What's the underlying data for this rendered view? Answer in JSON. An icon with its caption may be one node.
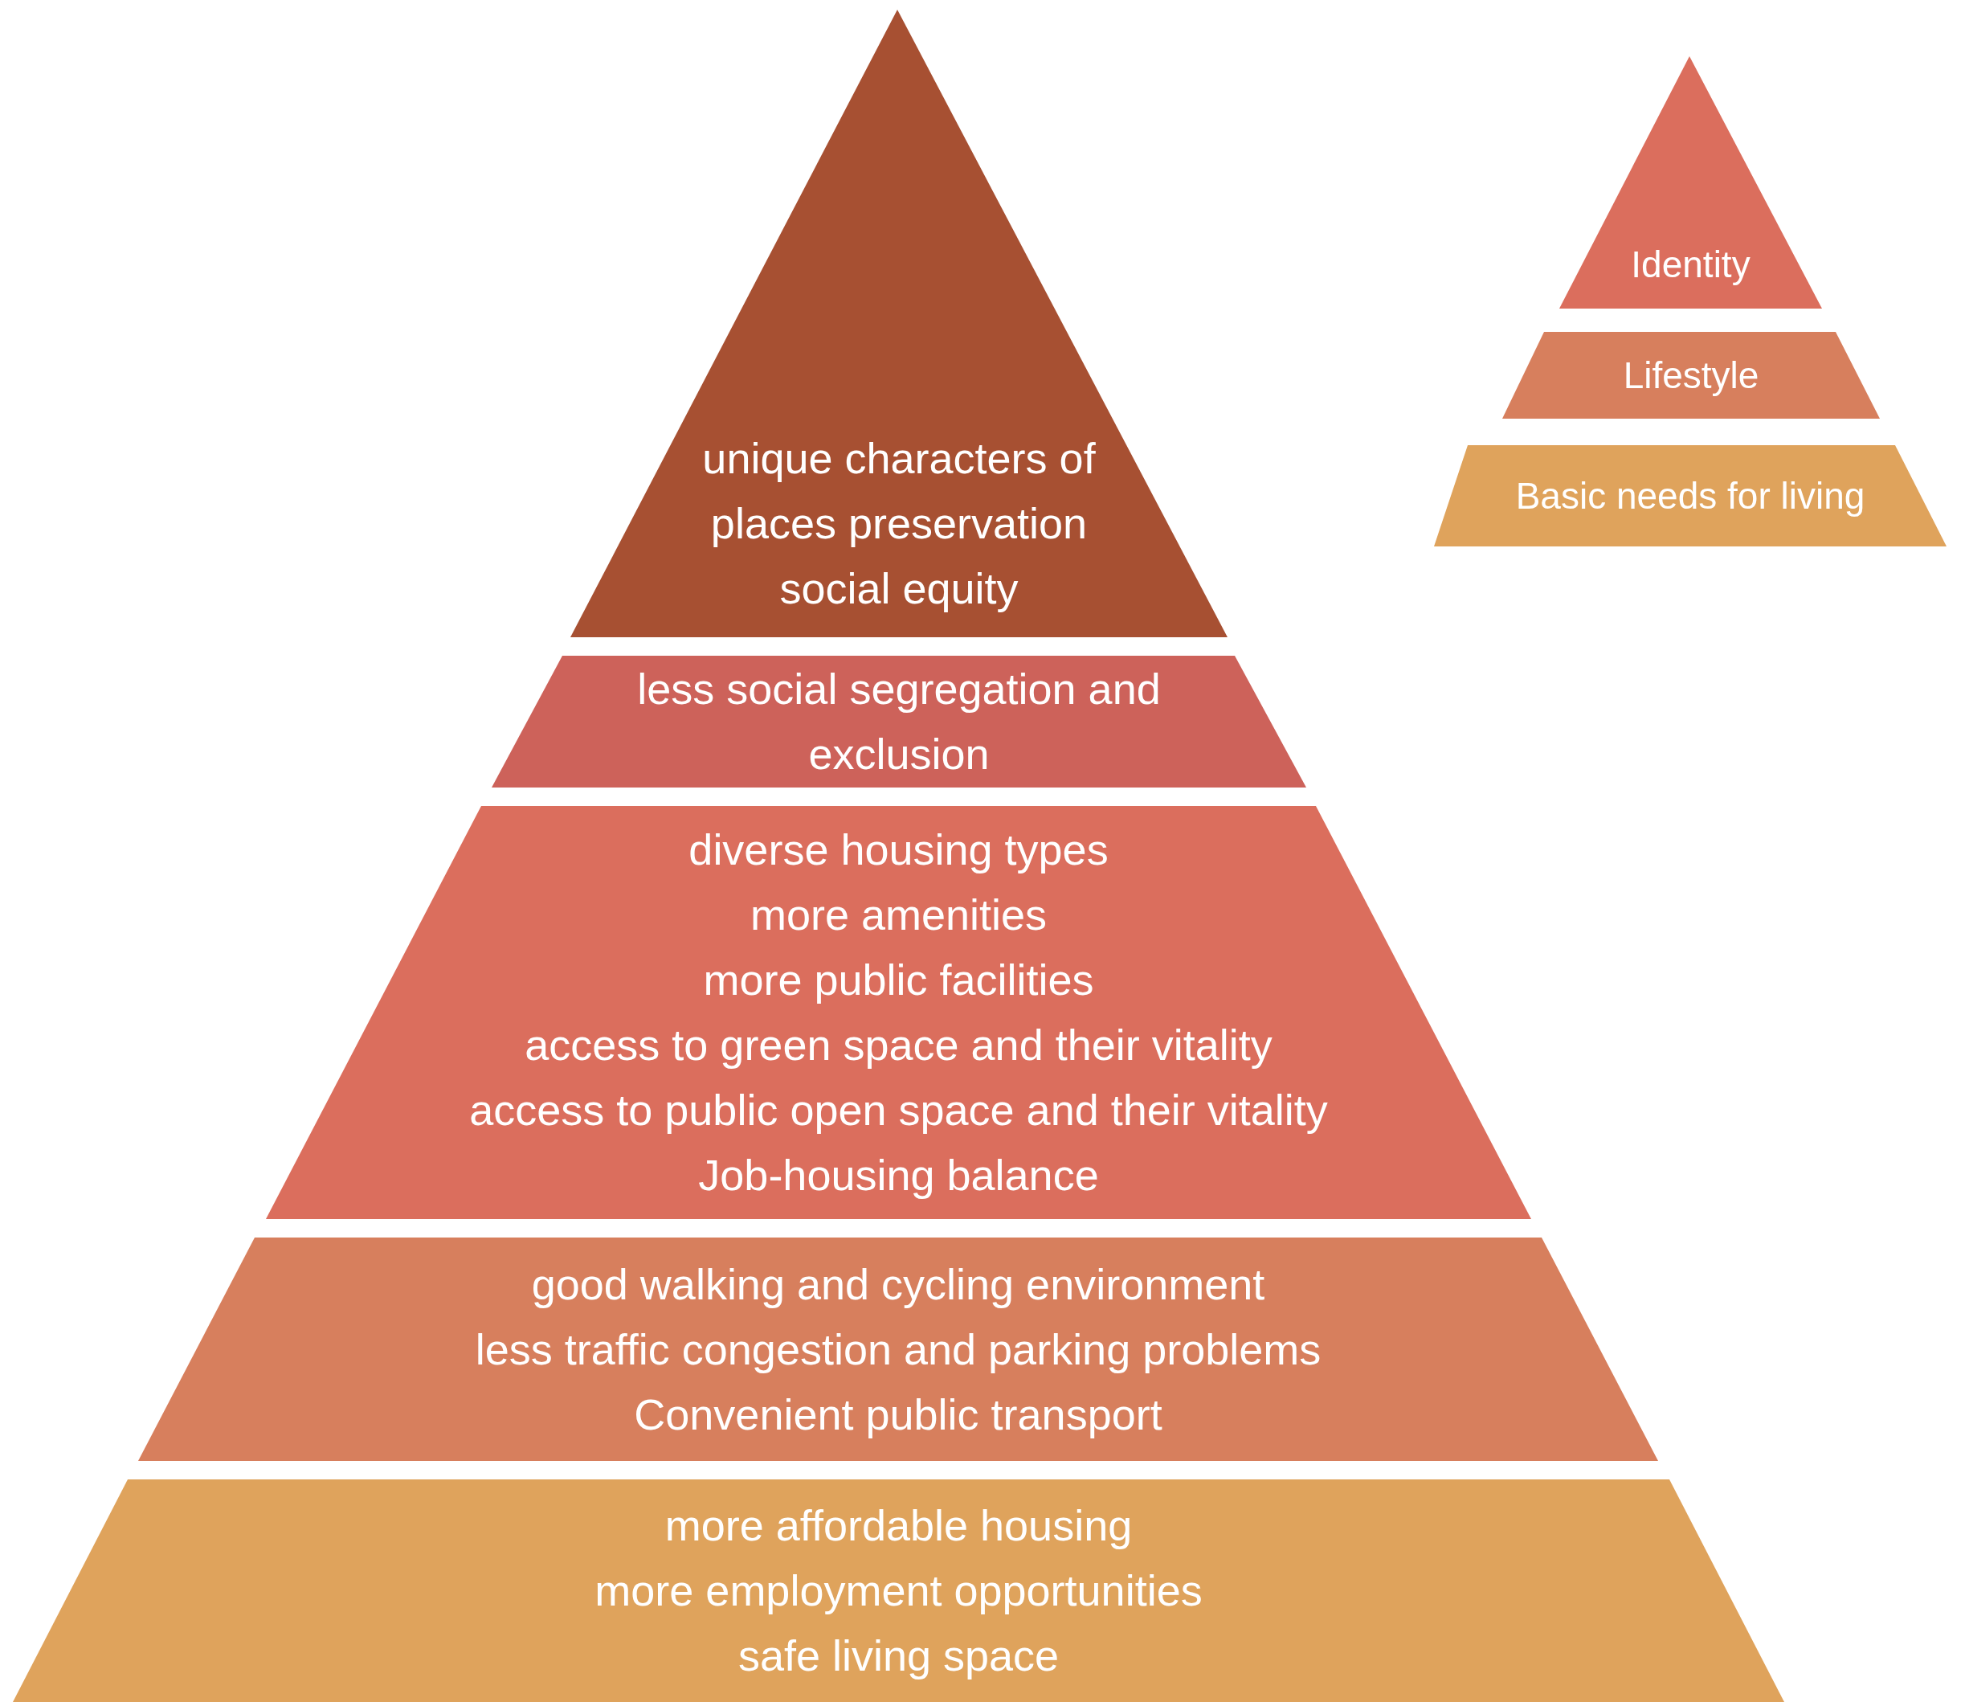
{
  "diagram": {
    "nodes": [
      {
        "text": [
          "unique characters of places preservation",
          "social equity"
        ]
      },
      {
        "text": [
          "less social segregation and exclusion"
        ]
      },
      {
        "text": [
          "diverse housing types",
          "more amenities",
          "more public facilities",
          "access to green space and their vitality",
          "access to public open space and their vitality",
          "Job-housing balance"
        ]
      },
      {
        "text": [
          "good walking and cycling environment",
          "less traffic congestion and parking problems",
          "Convenient public transport"
        ]
      },
      {
        "text": [
          "more affordable housing",
          "more employment opportunities",
          "safe living space"
        ]
      },
      {
        "text": [
          "Identity"
        ]
      },
      {
        "text": [
          "Lifestyle"
        ]
      },
      {
        "text": [
          "Basic needs for living"
        ]
      }
    ],
    "edges": []
  }
}
